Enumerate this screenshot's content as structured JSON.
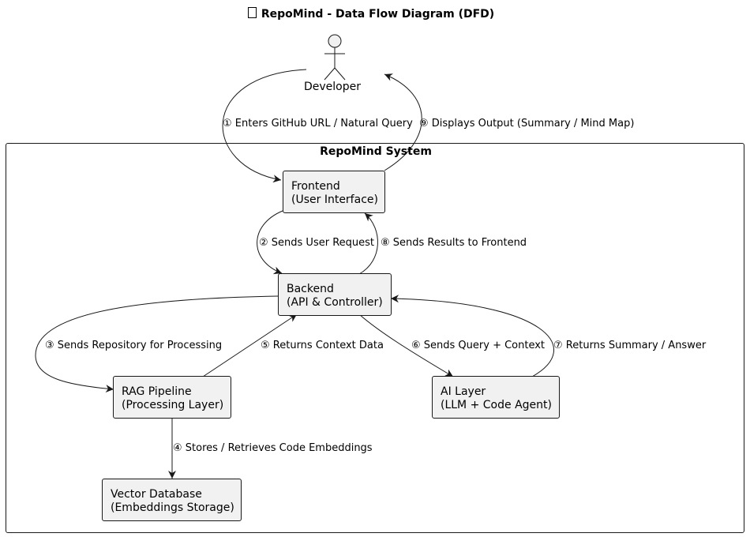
{
  "title": "RepoMind - Data Flow Diagram (DFD)",
  "title_icon": "document-icon",
  "actor": {
    "label": "Developer"
  },
  "system": {
    "label": "RepoMind System"
  },
  "nodes": {
    "frontend": {
      "line1": "Frontend",
      "line2": "(User Interface)"
    },
    "backend": {
      "line1": "Backend",
      "line2": "(API & Controller)"
    },
    "rag": {
      "line1": "RAG Pipeline",
      "line2": "(Processing Layer)"
    },
    "ai": {
      "line1": "AI Layer",
      "line2": "(LLM + Code Agent)"
    },
    "vectordb": {
      "line1": "Vector Database",
      "line2": "(Embeddings Storage)"
    }
  },
  "edges": {
    "e1": "① Enters GitHub URL / Natural Query",
    "e2": "② Sends User Request",
    "e3": "③ Sends Repository for Processing",
    "e4": "④ Stores / Retrieves Code Embeddings",
    "e5": "⑤ Returns Context Data",
    "e6": "⑥ Sends Query + Context",
    "e7": "⑦ Returns Summary / Answer",
    "e8": "⑧ Sends Results to Frontend",
    "e9": "⑨ Displays Output (Summary / Mind Map)"
  },
  "colors": {
    "node_fill": "#f1f1f1",
    "stroke": "#181818",
    "background": "#ffffff"
  }
}
